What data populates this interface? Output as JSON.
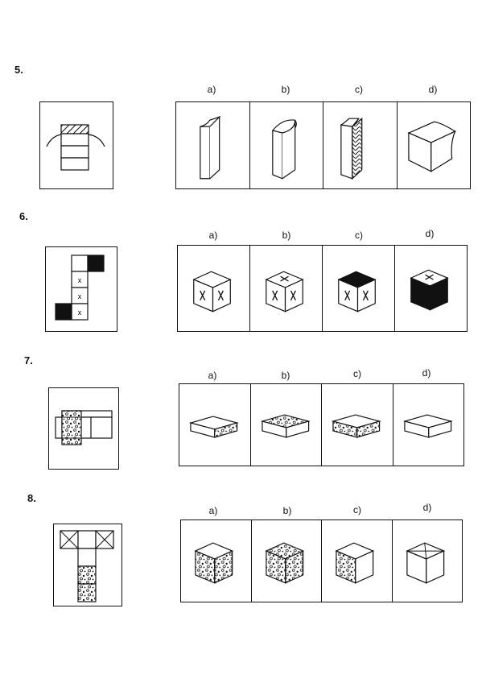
{
  "questions": [
    {
      "number": "5.",
      "options": [
        "a)",
        "b)",
        "c)",
        "d)"
      ]
    },
    {
      "number": "6.",
      "options": [
        "a)",
        "b)",
        "c)",
        "d)"
      ],
      "net_marks": [
        "x",
        "x",
        "x"
      ]
    },
    {
      "number": "7.",
      "options": [
        "a)",
        "b)",
        "c)",
        "d)"
      ]
    },
    {
      "number": "8.",
      "options": [
        "a)",
        "b)",
        "c)",
        "d)"
      ]
    }
  ],
  "colors": {
    "ink": "#111111",
    "paper": "#ffffff"
  }
}
